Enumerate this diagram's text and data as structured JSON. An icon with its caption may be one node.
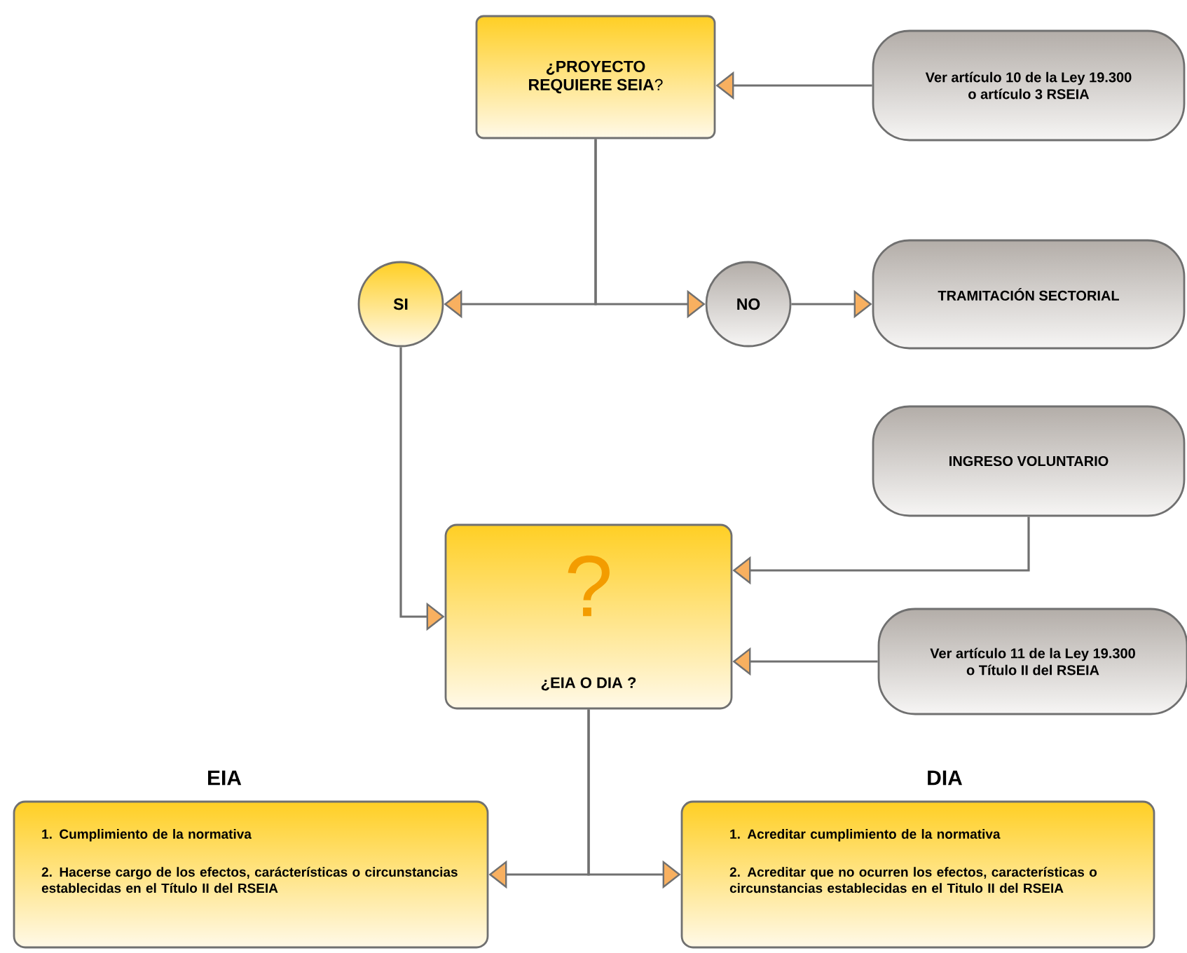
{
  "diagram": {
    "nodes": [
      {
        "text": [
          "**¿PROYECTO REQUIERE SEIA**?"
        ]
      },
      {
        "text": [
          "Ver artículo 10 de la Ley 19.300 o artículo 3 RSEIA"
        ]
      },
      {
        "text": [
          "SI"
        ]
      },
      {
        "text": [
          "NO"
        ]
      },
      {
        "text": [
          "TRAMITACIÓN SECTORIAL"
        ]
      },
      {
        "text": [
          "INGRESO VOLUNTARIO"
        ]
      },
      {
        "text": [
          "?",
          "¿EIA O DIA ?"
        ]
      },
      {
        "text": [
          "Ver artículo 11 de la Ley 19.300 o Título II del RSEIA"
        ]
      },
      {
        "text": [
          "EIA",
          "1.  Cumplimiento de la normativa",
          "2. Hacerse cargo de los efectos, carácterísticas o circunstancias establecidas en el Título II del RSEIA"
        ]
      },
      {
        "text": [
          "DIA",
          "1. Acreditar cumplimiento de la normativa",
          "2. Acreditar que no ocurren los efectos, características o circunstancias establecidas en el Titulo II del RSEIA"
        ]
      }
    ],
    "edges": [
      {
        "from": 1,
        "to": 0,
        "arrow": "to"
      },
      {
        "from": 0,
        "to": 2,
        "arrow": "to"
      },
      {
        "from": 0,
        "to": 3,
        "arrow": "to"
      },
      {
        "from": 3,
        "to": 4,
        "arrow": "to"
      },
      {
        "from": 2,
        "to": 6,
        "arrow": "to"
      },
      {
        "from": 5,
        "to": 6,
        "arrow": "to"
      },
      {
        "from": 7,
        "to": 6,
        "arrow": "to"
      },
      {
        "from": 6,
        "to": 8,
        "arrow": "to"
      },
      {
        "from": 6,
        "to": 9,
        "arrow": "to"
      }
    ]
  }
}
